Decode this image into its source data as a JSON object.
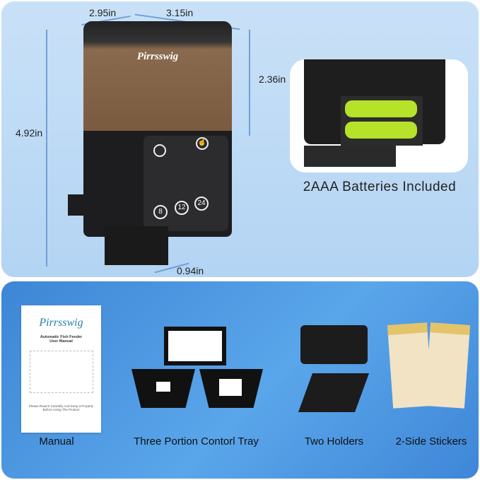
{
  "dimensions": {
    "depth": "2.95in",
    "width": "3.15in",
    "height_total": "4.92in",
    "height_hopper": "2.36in",
    "outlet": "0.94in"
  },
  "product": {
    "brand": "Pirrsswig",
    "buttons": [
      "8",
      "12",
      "24"
    ]
  },
  "battery_caption": "2AAA Batteries Included",
  "manual": {
    "brand": "Pirrsswig",
    "title_line1": "Automatic Fish Feeder",
    "title_line2": "User Manual",
    "note_line1": "Please Read It Carefully And Keep It Properly",
    "note_line2": "Before Using The Product"
  },
  "items": [
    {
      "label": "Manual"
    },
    {
      "label": "Three Portion Contorl Tray"
    },
    {
      "label": "Two Holders"
    },
    {
      "label": "2-Side Stickers"
    }
  ],
  "colors": {
    "accent": "#5aa6ea",
    "panel": "#c9e1f7",
    "battery": "#b6e22a"
  }
}
